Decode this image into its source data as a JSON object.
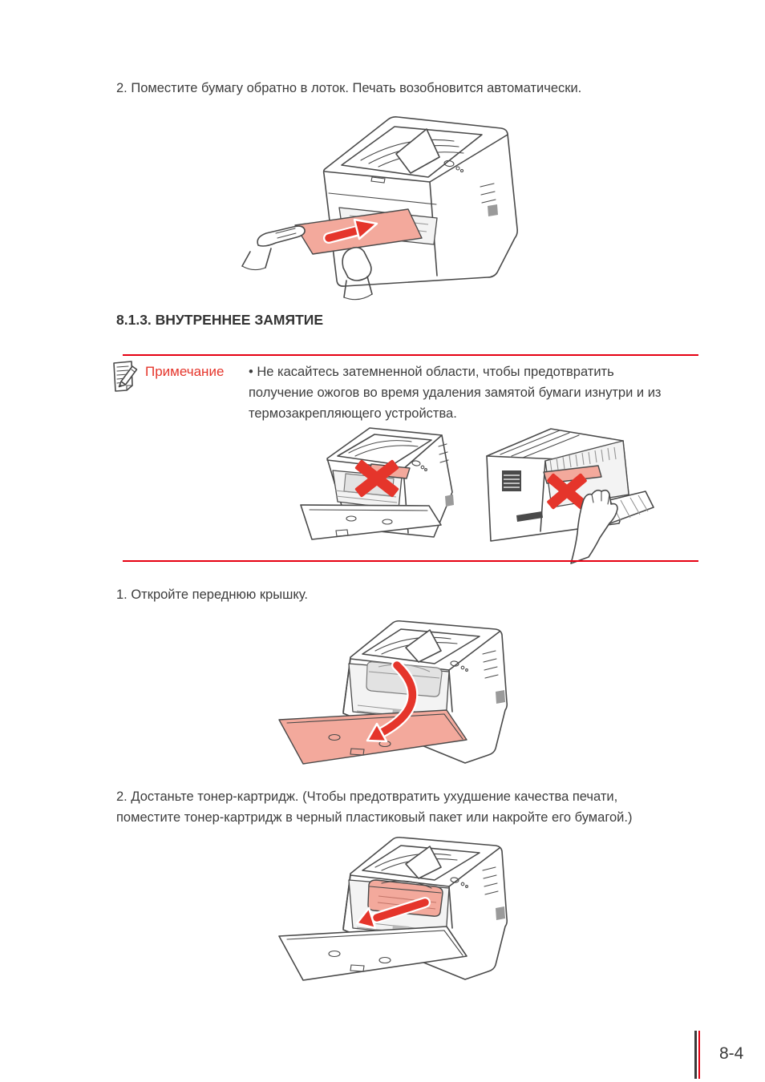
{
  "colors": {
    "accent": "#e5352b",
    "rule": "#e60012",
    "highlight": "#f3a99c",
    "ink": "#3d3d3d",
    "line": "#4a4a4a"
  },
  "document": {
    "step_reinsert_paper": "2. Поместите бумагу обратно в лоток. Печать возобновится автоматически.",
    "section_heading": "8.1.3. ВНУТРЕННЕЕ ЗАМЯТИЕ",
    "note": {
      "label": "Примечание",
      "lines": [
        "• Не касайтесь затемненной области, чтобы предотвратить",
        "получение ожогов во время удаления замятой бумаги изнутри и из",
        "термозакрепляющего устройства."
      ]
    },
    "step_open_cover": "1. Откройте переднюю крышку.",
    "step_remove_toner_lines": [
      "2. Достаньте тонер-картридж. (Чтобы предотвратить ухудшение качества печати,",
      "поместите тонер-картридж в черный пластиковый пакет или накройте его бумагой.)"
    ],
    "page_number": "8-4"
  },
  "icons": {
    "note_icon": "memo-with-pencil",
    "prohibit_icon": "red-x-cross",
    "direction_icon": "red-arrow"
  }
}
